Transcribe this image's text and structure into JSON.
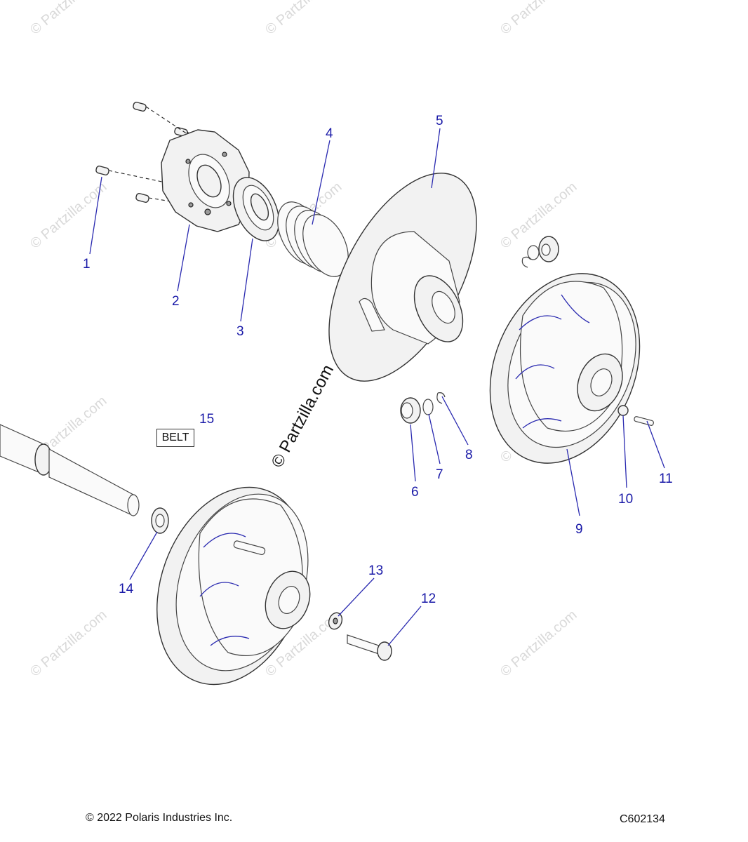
{
  "watermark": "© Partzilla.com",
  "callouts": [
    {
      "id": "1",
      "label": "1"
    },
    {
      "id": "2",
      "label": "2"
    },
    {
      "id": "3",
      "label": "3"
    },
    {
      "id": "4",
      "label": "4"
    },
    {
      "id": "5",
      "label": "5"
    },
    {
      "id": "6",
      "label": "6"
    },
    {
      "id": "7",
      "label": "7"
    },
    {
      "id": "8",
      "label": "8"
    },
    {
      "id": "9",
      "label": "9"
    },
    {
      "id": "10",
      "label": "10"
    },
    {
      "id": "11",
      "label": "11"
    },
    {
      "id": "12",
      "label": "12"
    },
    {
      "id": "13",
      "label": "13"
    },
    {
      "id": "14",
      "label": "14"
    },
    {
      "id": "15",
      "label": "15"
    }
  ],
  "belt_label": "BELT",
  "footer": {
    "copyright": "© 2022 Polaris Industries Inc.",
    "code": "C602134"
  },
  "colors": {
    "callout": "#1a1aa8",
    "watermark": "#d9d9d9"
  }
}
